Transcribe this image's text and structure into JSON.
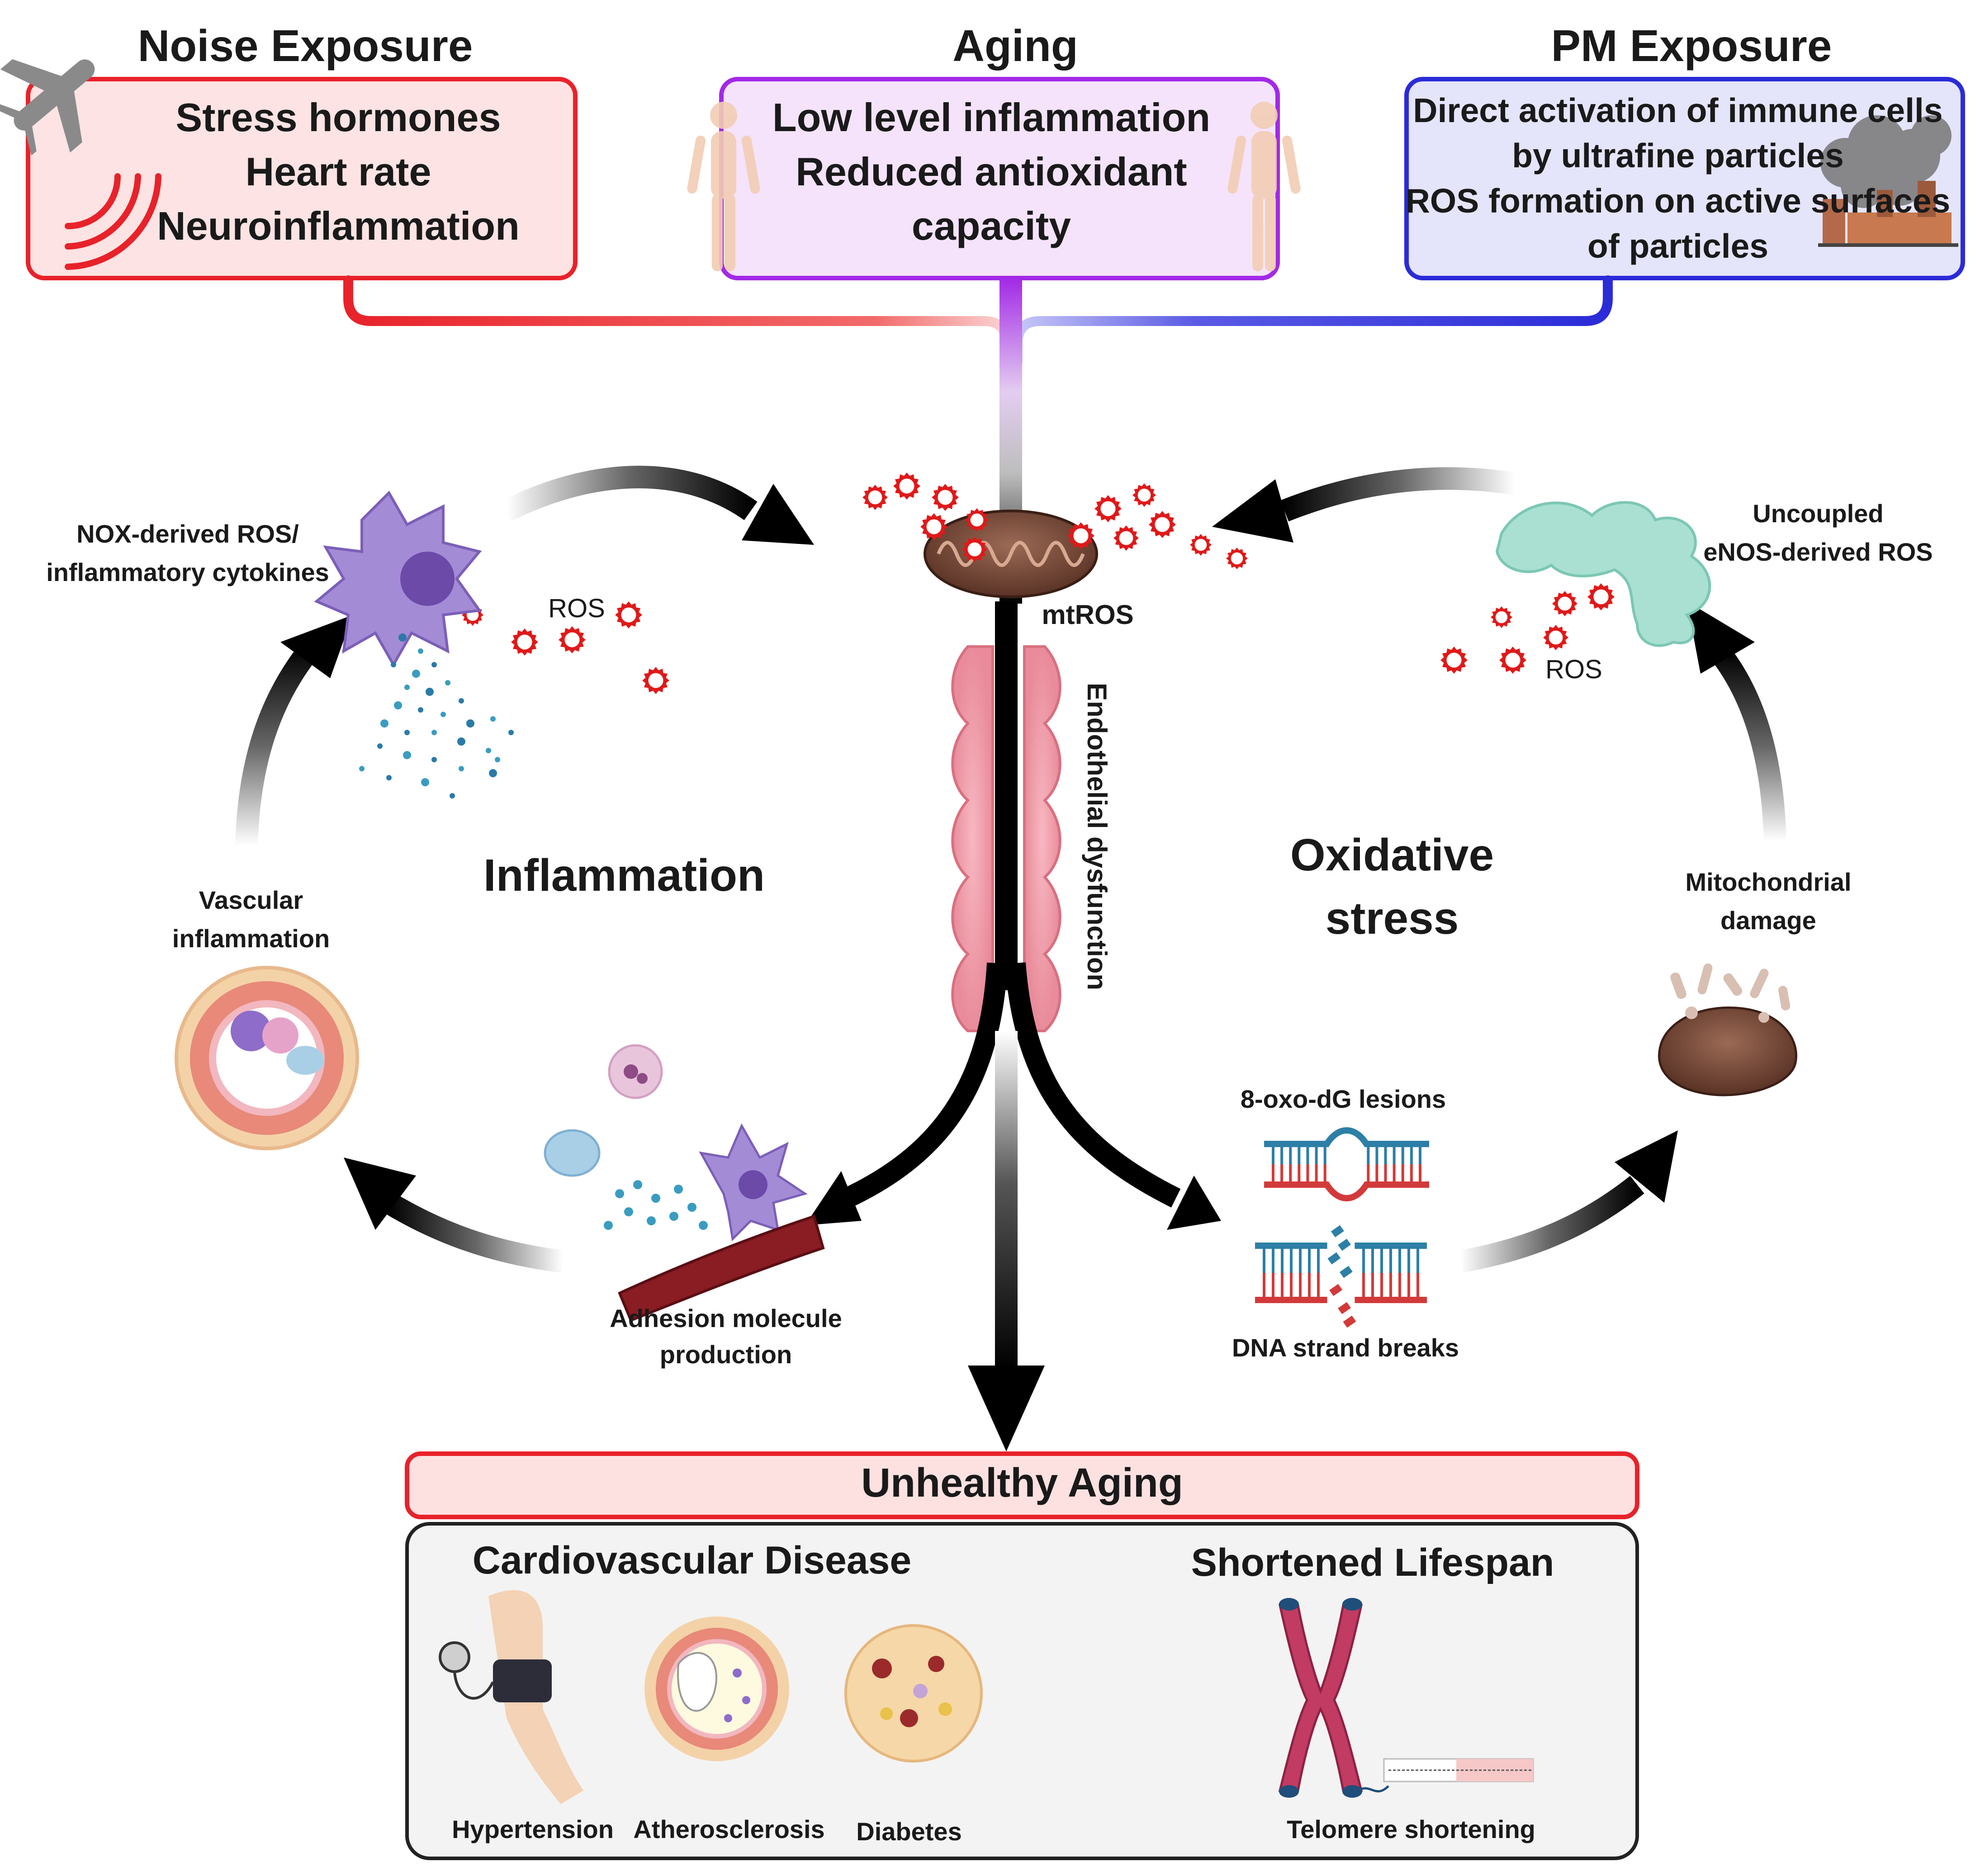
{
  "colors": {
    "noise": "#e8222a",
    "noise_fill": "#fde3e3",
    "aging": "#a229e6",
    "aging_fill": "#f4e3fb",
    "pm": "#2b2bd8",
    "pm_fill": "#e4e4fb",
    "ros": "#e01919",
    "unhealthy_fill": "#fde1e1",
    "outcome_fill": "#f3f3f3"
  },
  "exposures": {
    "noise": {
      "title": "Noise Exposure",
      "lines": [
        "Stress hormones",
        "Heart rate",
        "Neuroinflammation"
      ],
      "icons": [
        "airplane-icon",
        "sound-wave-icon"
      ]
    },
    "aging": {
      "title": "Aging",
      "lines": [
        "Low level inflammation",
        "Reduced antioxidant",
        "capacity"
      ],
      "icons": [
        "human-figure-icon"
      ]
    },
    "pm": {
      "title": "PM Exposure",
      "lines": [
        "Direct activation of immune cells",
        "by ultrafine particles",
        "ROS formation on active surfaces",
        "of particles"
      ],
      "icons": [
        "factory-icon",
        "smoke-cloud-icon"
      ]
    }
  },
  "center": {
    "mitochondria_label": "mtROS",
    "endothelium_label": "Endothelial dysfunction"
  },
  "inflammation_cycle": {
    "title": "Inflammation",
    "nox_label": [
      "NOX-derived ROS/",
      "inflammatory cytokines"
    ],
    "ros_label": "ROS",
    "vascular_label": [
      "Vascular",
      "inflammation"
    ],
    "adhesion_label": [
      "Adhesion molecule",
      "production"
    ]
  },
  "oxidative_cycle": {
    "title": [
      "Oxidative",
      "stress"
    ],
    "enos_label": [
      "Uncoupled",
      "eNOS-derived ROS"
    ],
    "ros_label": "ROS",
    "mito_label": [
      "Mitochondrial",
      "damage"
    ],
    "lesion_label": "8-oxo-dG lesions",
    "breaks_label": "DNA strand breaks"
  },
  "outcome": {
    "title": "Unhealthy Aging",
    "cvd_title": "Cardiovascular Disease",
    "lifespan_title": "Shortened Lifespan",
    "conditions": [
      "Hypertension",
      "Atherosclerosis",
      "Diabetes"
    ],
    "telomere_label": "Telomere shortening"
  }
}
